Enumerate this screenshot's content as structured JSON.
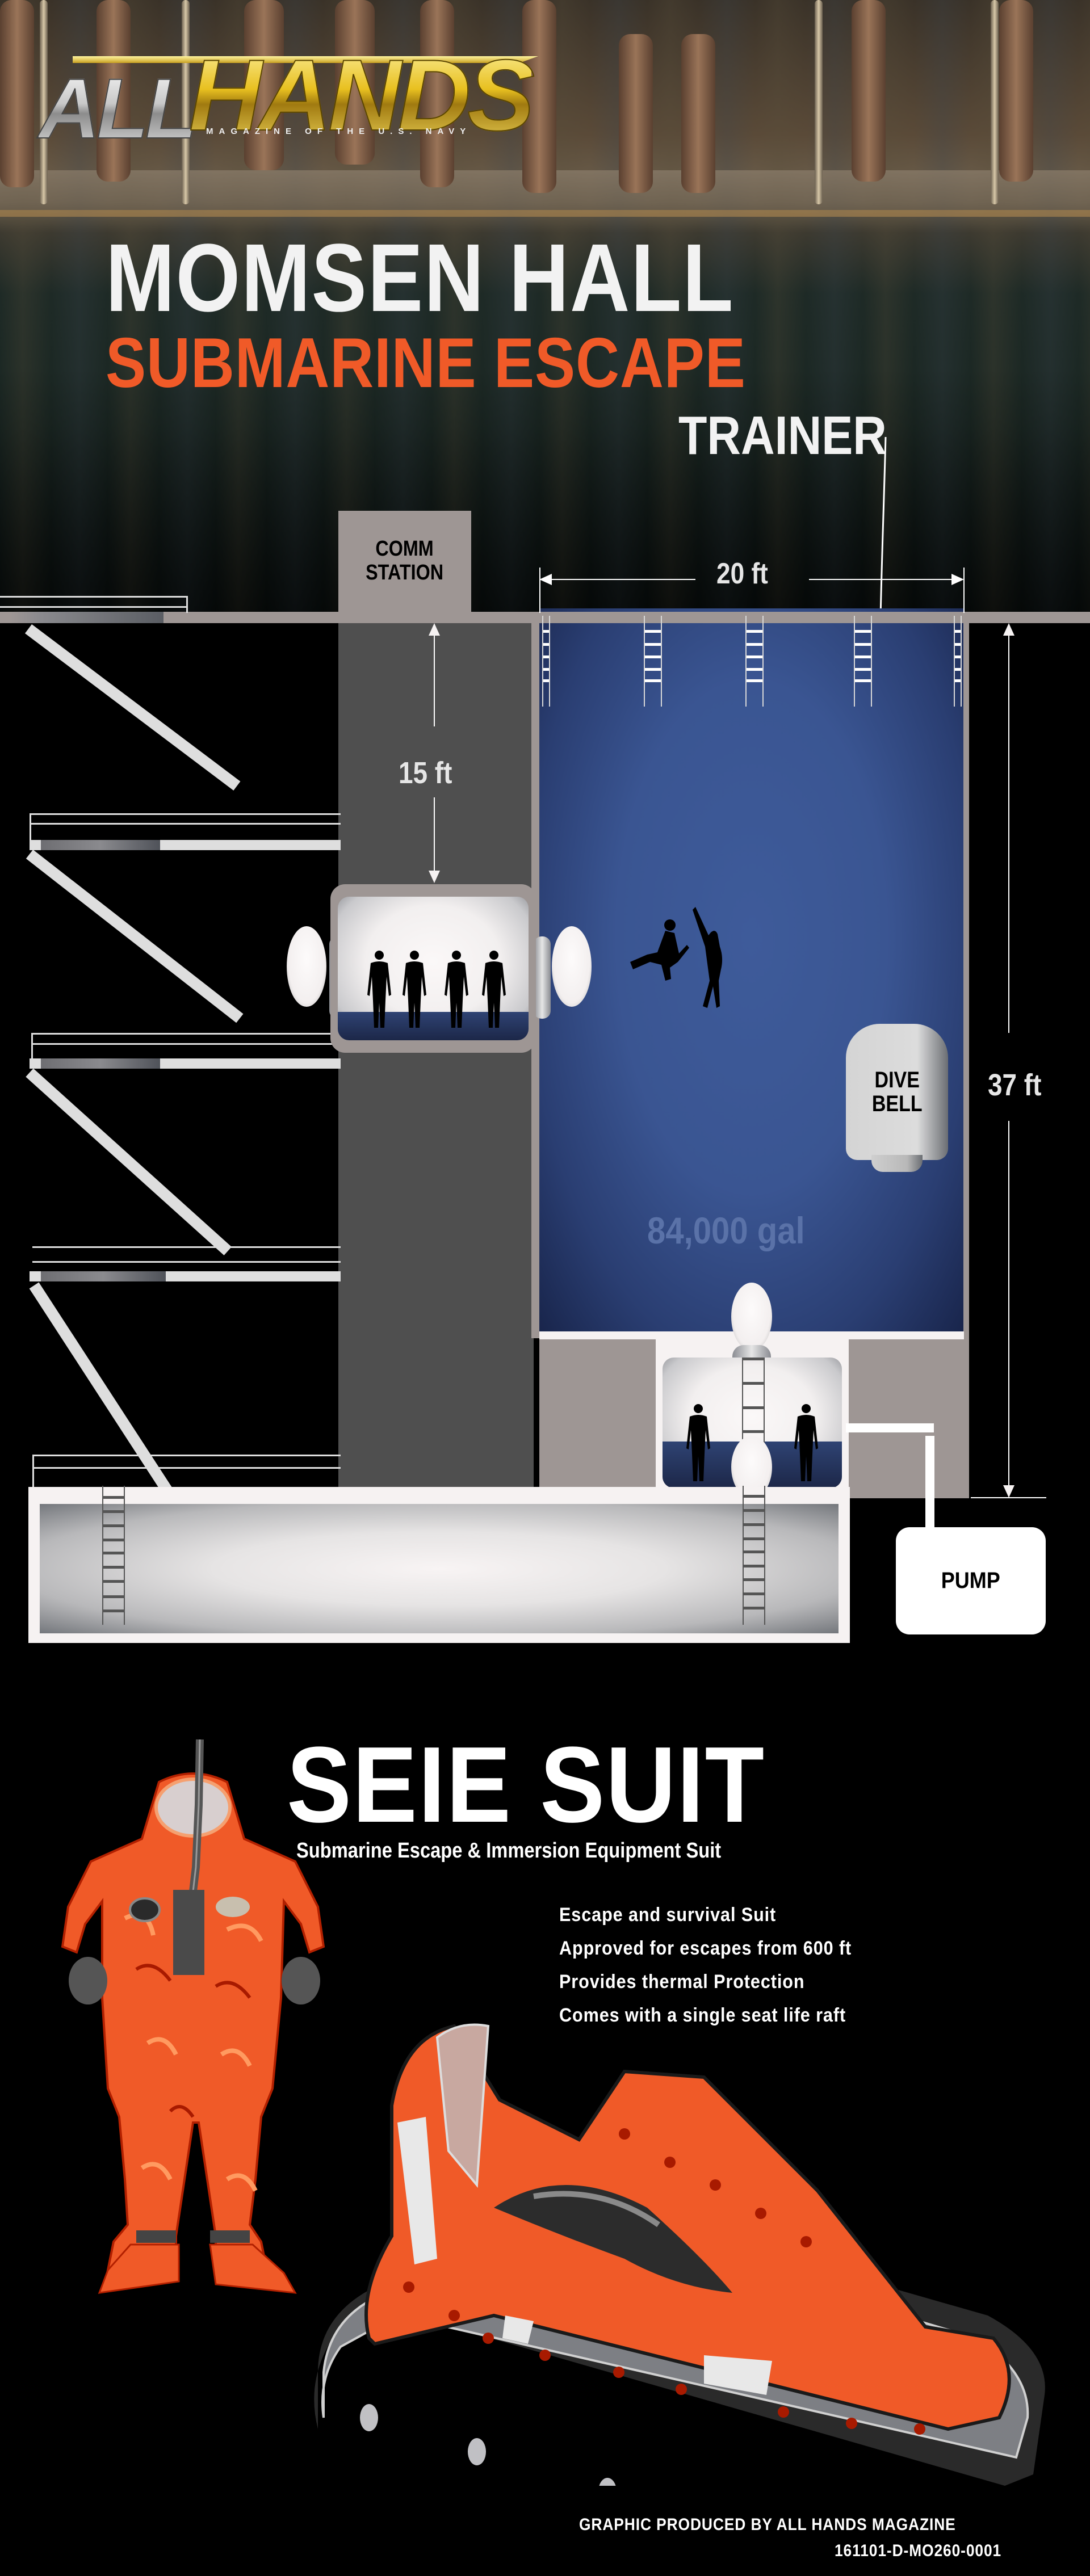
{
  "brand": {
    "logo_left": "ALL",
    "logo_right": "HANDS",
    "tagline": "MAGAZINE OF THE U.S. NAVY"
  },
  "header": {
    "title_line1": "MOMSEN HALL",
    "title_line2": "SUBMARINE ESCAPE",
    "title_line3": "TRAINER",
    "colors": {
      "title_white": "#f2f2f2",
      "title_orange": "#f05a28"
    }
  },
  "diagram": {
    "comm_station": {
      "line1": "COMM",
      "line2": "STATION"
    },
    "dimensions": {
      "pool_width": "20 ft",
      "trunk_depth": "15 ft",
      "pool_depth": "37 ft"
    },
    "dive_bell": {
      "line1": "DIVE",
      "line2": "BELL"
    },
    "pool_volume": "84,000 gal",
    "pump": "PUMP",
    "escape_trunk_people_count": 4,
    "lower_chamber_people_count": 2,
    "swimmers_count": 2,
    "colors": {
      "structure_grey": "#9e9694",
      "trunk_dark": "#4f4f4f",
      "water_blue": "#3d5997",
      "stair_white": "#dedede"
    }
  },
  "seie": {
    "title": "SEIE SUIT",
    "subtitle": "Submarine Escape & Immersion Equipment Suit",
    "features": [
      "Escape and survival Suit",
      "Approved for escapes from 600 ft",
      "Provides thermal Protection",
      "Comes with a single seat life raft"
    ],
    "colors": {
      "suit_orange": "#f05a28",
      "raft_grey": "#7d7f84"
    }
  },
  "footer": {
    "credit": "GRAPHIC PRODUCED BY ALL HANDS MAGAZINE",
    "image_id": "161101-D-MO260-0001"
  }
}
